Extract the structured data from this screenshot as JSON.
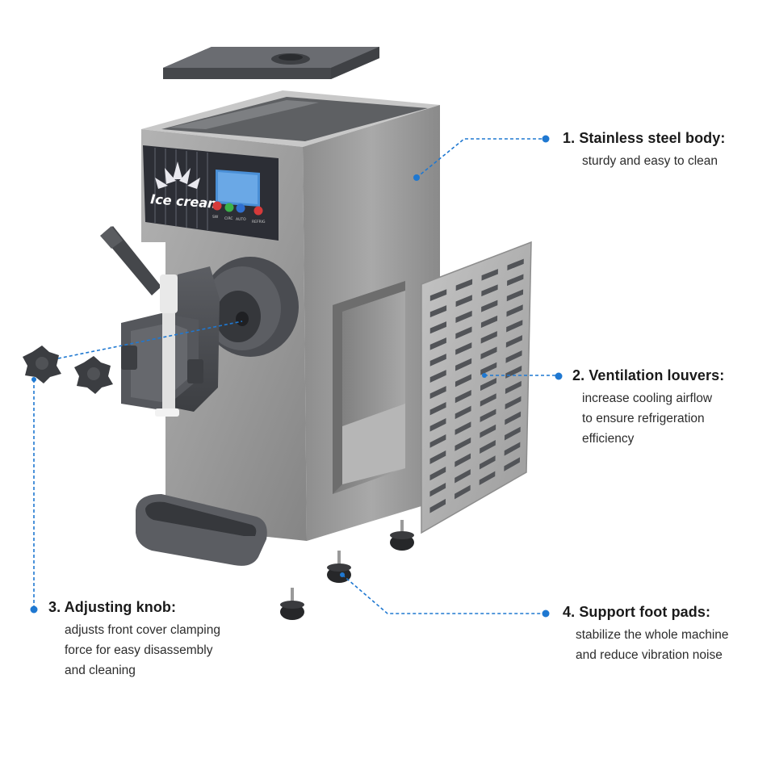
{
  "machine": {
    "panel_brand": "Ice cream",
    "button_labels": [
      "SW",
      "CIRC",
      "AUTO",
      "REFRIG"
    ],
    "colors": {
      "steel": "#9a9a9a",
      "panel": "#2e3038",
      "display": "#4a8fd6",
      "accent_blue": "#1f78d1",
      "btn_red": "#d63a3a",
      "btn_green": "#3bb24a",
      "btn_blue": "#2f6fd0"
    }
  },
  "callouts": [
    {
      "title": "1. Stainless steel body:",
      "lines": [
        "sturdy and easy to clean"
      ],
      "icon": "dot-marker"
    },
    {
      "title": "2. Ventilation louvers:",
      "lines": [
        "increase cooling airflow",
        "to ensure refrigeration",
        "efficiency"
      ],
      "icon": "dot-marker"
    },
    {
      "title": "3. Adjusting knob:",
      "lines": [
        "adjusts front cover clamping",
        "force for easy disassembly",
        "and cleaning"
      ],
      "icon": "dot-marker"
    },
    {
      "title": "4. Support foot pads:",
      "lines": [
        "stabilize the whole machine",
        "and reduce vibration noise"
      ],
      "icon": "dot-marker"
    }
  ]
}
